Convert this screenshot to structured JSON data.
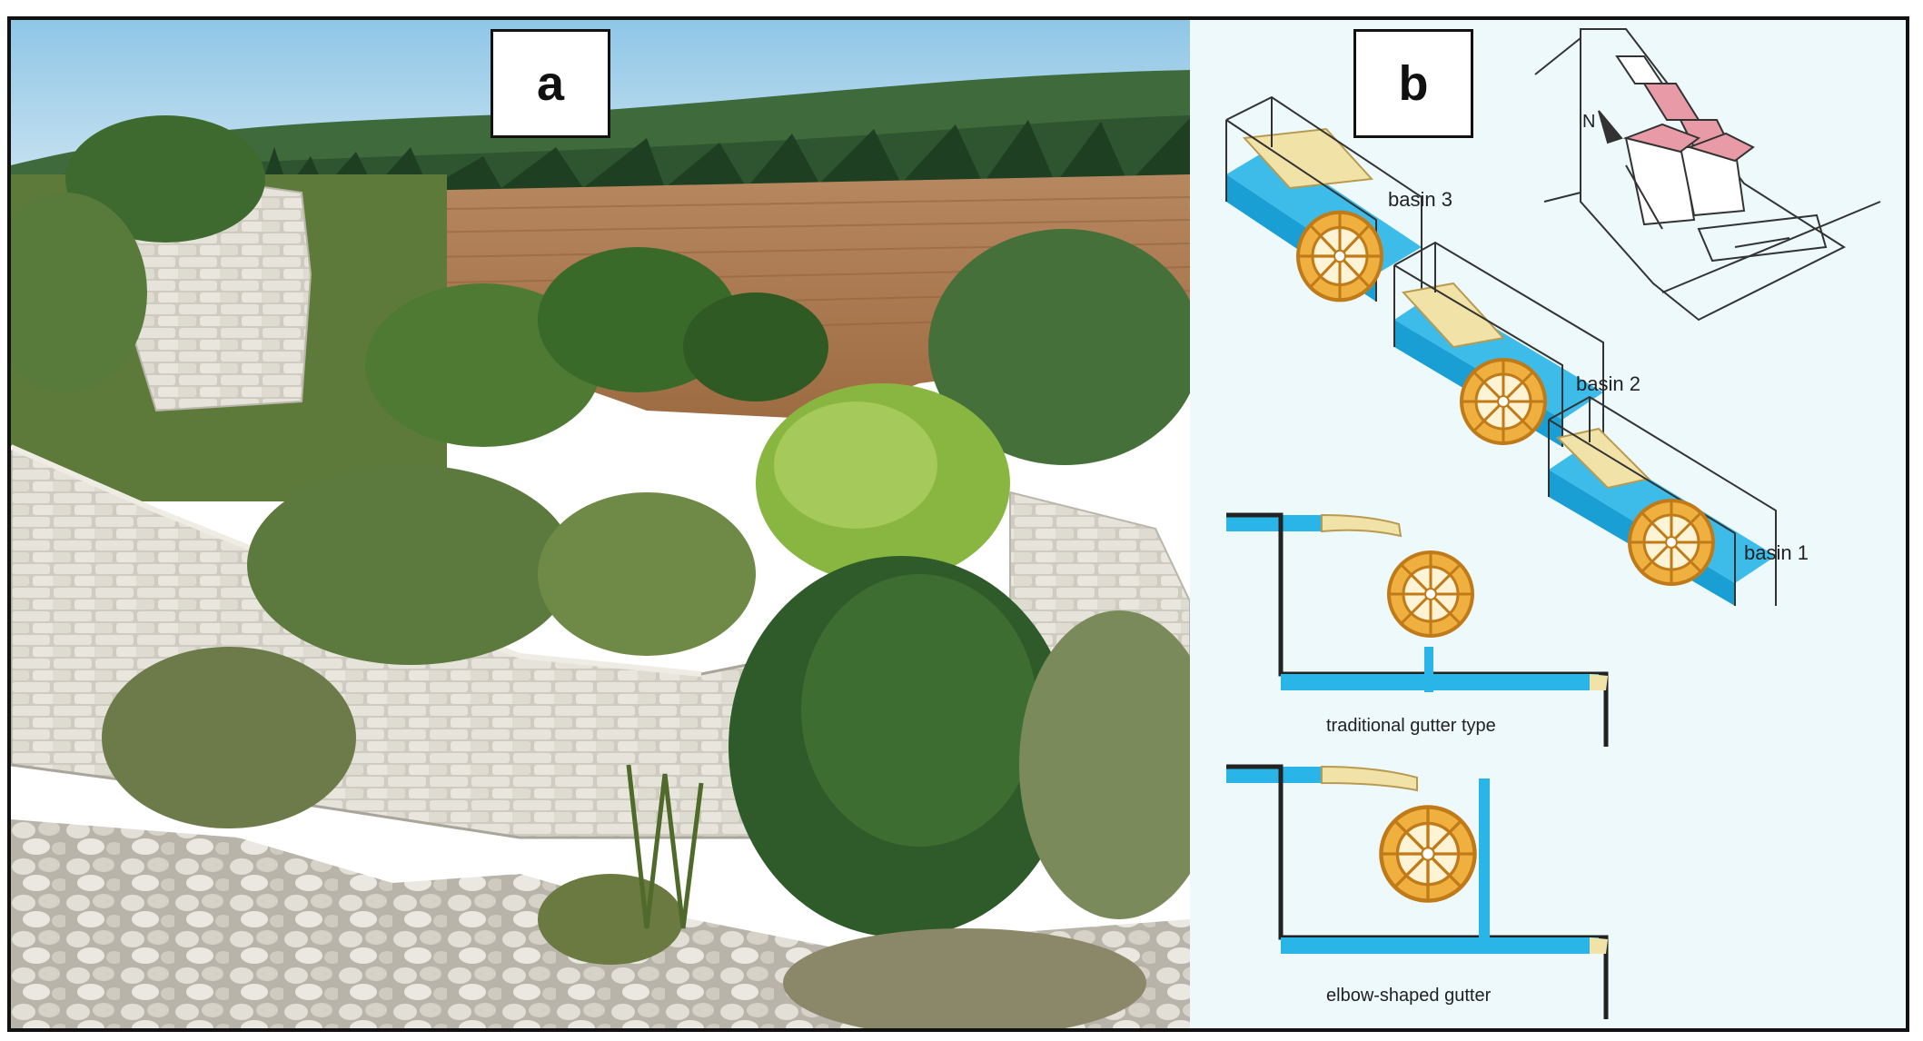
{
  "panel_a": {
    "label": "a"
  },
  "panel_b": {
    "label": "b",
    "basin_labels": [
      "basin 3",
      "basin 2",
      "basin 1"
    ],
    "compass_letter": "N",
    "gutter_captions": {
      "traditional": "traditional gutter type",
      "elbow": "elbow-shaped gutter"
    }
  },
  "colors": {
    "water": "#29b5e8",
    "wheel": "#f0b040",
    "wheel_dark": "#c07a18",
    "gutter": "#f1e3a8",
    "field": "#a9794e",
    "stone": "#d9d6cc",
    "roof": "#e99aa7"
  }
}
